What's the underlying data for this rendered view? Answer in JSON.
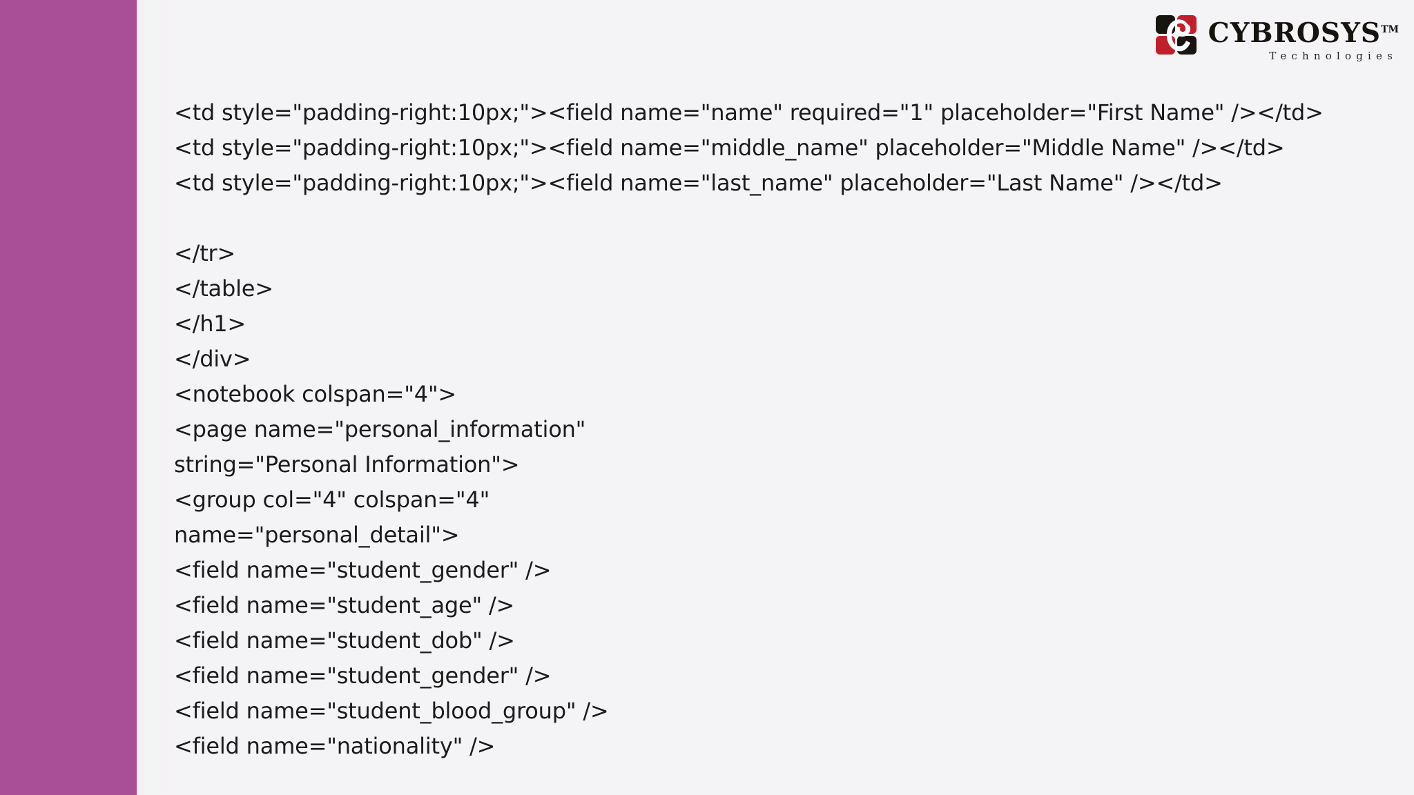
{
  "theme": {
    "background": "#f4f3f5",
    "accent_band": "#a84f97",
    "code_text": "#1b1b1b",
    "logo_red": "#c0202a",
    "logo_black": "#18140f"
  },
  "logo": {
    "name": "CYBROSYS",
    "trademark": "TM",
    "tagline": "Technologies"
  },
  "code": {
    "language": "xml",
    "lines": [
      "<td style=\"padding-right:10px;\"><field name=\"name\" required=\"1\" placeholder=\"First Name\" /></td>",
      "<td style=\"padding-right:10px;\"><field name=\"middle_name\" placeholder=\"Middle Name\" /></td>",
      "<td style=\"padding-right:10px;\"><field name=\"last_name\" placeholder=\"Last Name\" /></td>",
      "",
      "</tr>",
      "</table>",
      "</h1>",
      "</div>",
      "<notebook colspan=\"4\">",
      "<page name=\"personal_information\"",
      "string=\"Personal Information\">",
      "<group col=\"4\" colspan=\"4\"",
      "name=\"personal_detail\">",
      "<field name=\"student_gender\" />",
      "<field name=\"student_age\" />",
      "<field name=\"student_dob\" />",
      "<field name=\"student_gender\" />",
      "<field name=\"student_blood_group\" />",
      "<field name=\"nationality\" />"
    ]
  }
}
